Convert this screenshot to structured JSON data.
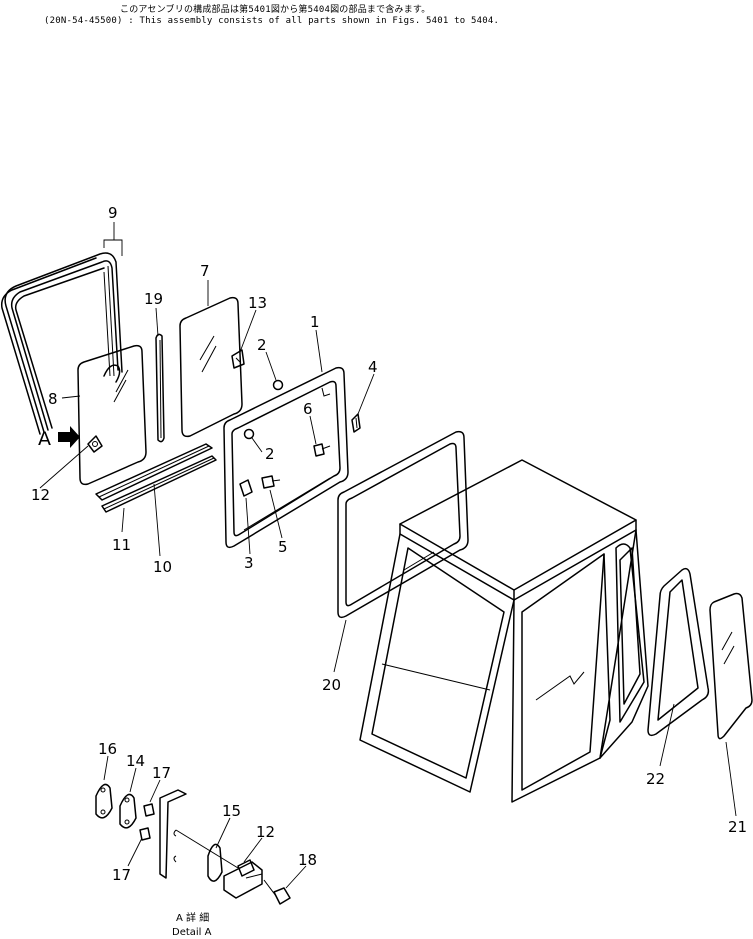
{
  "header": {
    "jp_note": "このアセンブリの構成部品は第5401図から第5404図の部品まで含みます。",
    "en_note": "(20N-54-45500) : This assembly consists of all parts shown in Figs. 5401 to 5404."
  },
  "callouts": {
    "c1": "1",
    "c2a": "2",
    "c2b": "2",
    "c3": "3",
    "c4": "4",
    "c5": "5",
    "c6": "6",
    "c7": "7",
    "c8": "8",
    "c9": "9",
    "c10": "10",
    "c11": "11",
    "c12a": "12",
    "c12b": "12",
    "c13": "13",
    "c14": "14",
    "c15": "15",
    "c16": "16",
    "c17a": "17",
    "c17b": "17",
    "c18": "18",
    "c19": "19",
    "c20": "20",
    "c21": "21",
    "c22": "22"
  },
  "detail_marker": {
    "letter": "A"
  },
  "detail_caption": {
    "jp": "A 詳 細",
    "en": "Detail A"
  }
}
